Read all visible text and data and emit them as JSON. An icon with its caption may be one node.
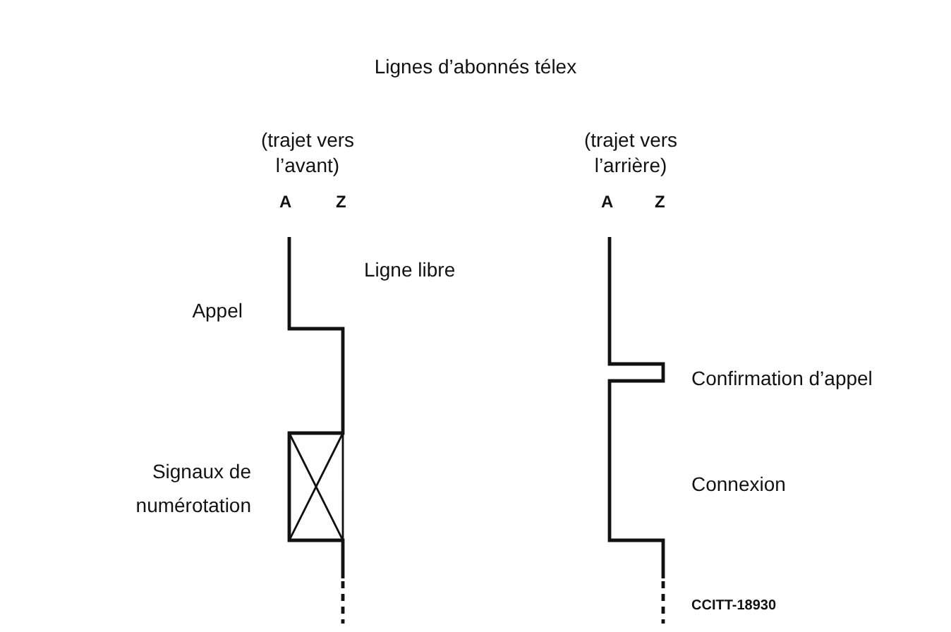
{
  "diagram": {
    "title": "Lignes d’abonnés télex",
    "labels": [
      "(trajet vers l’avant)",
      "(trajet vers l’arrière)",
      "A",
      "Z",
      "A",
      "Z",
      "Ligne libre",
      "Appel",
      "Confirmation d’appel",
      "Signaux de numérotation",
      "Connexion",
      "CCITT-18930"
    ]
  }
}
